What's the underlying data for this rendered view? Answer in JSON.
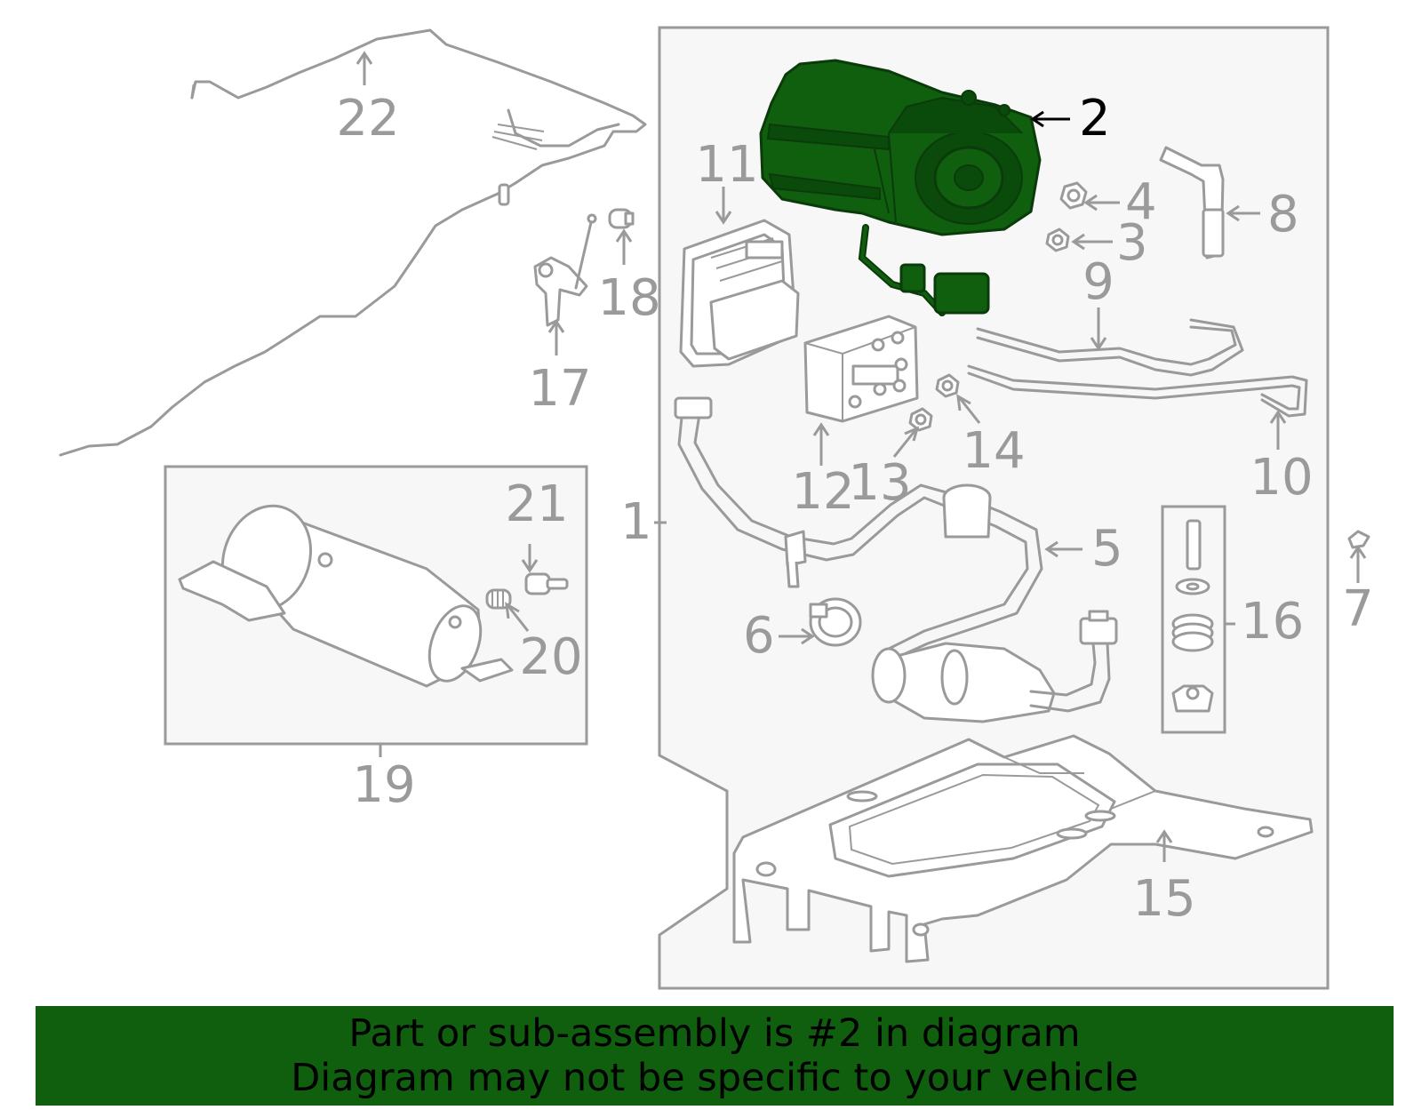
{
  "callouts": {
    "c1": "1",
    "c2": "2",
    "c3": "3",
    "c4": "4",
    "c5": "5",
    "c6": "6",
    "c7": "7",
    "c8": "8",
    "c9": "9",
    "c10": "10",
    "c11": "11",
    "c12": "12",
    "c13": "13",
    "c14": "14",
    "c15": "15",
    "c16": "16",
    "c17": "17",
    "c18": "18",
    "c19": "19",
    "c20": "20",
    "c21": "21",
    "c22": "22"
  },
  "highlight": {
    "part_number": "2",
    "color": "#0f5f0f"
  },
  "banner": {
    "line1": "Part or sub-assembly is #2 in diagram",
    "line2": "Diagram may not be specific to your vehicle",
    "color": "#0f5f0f"
  }
}
